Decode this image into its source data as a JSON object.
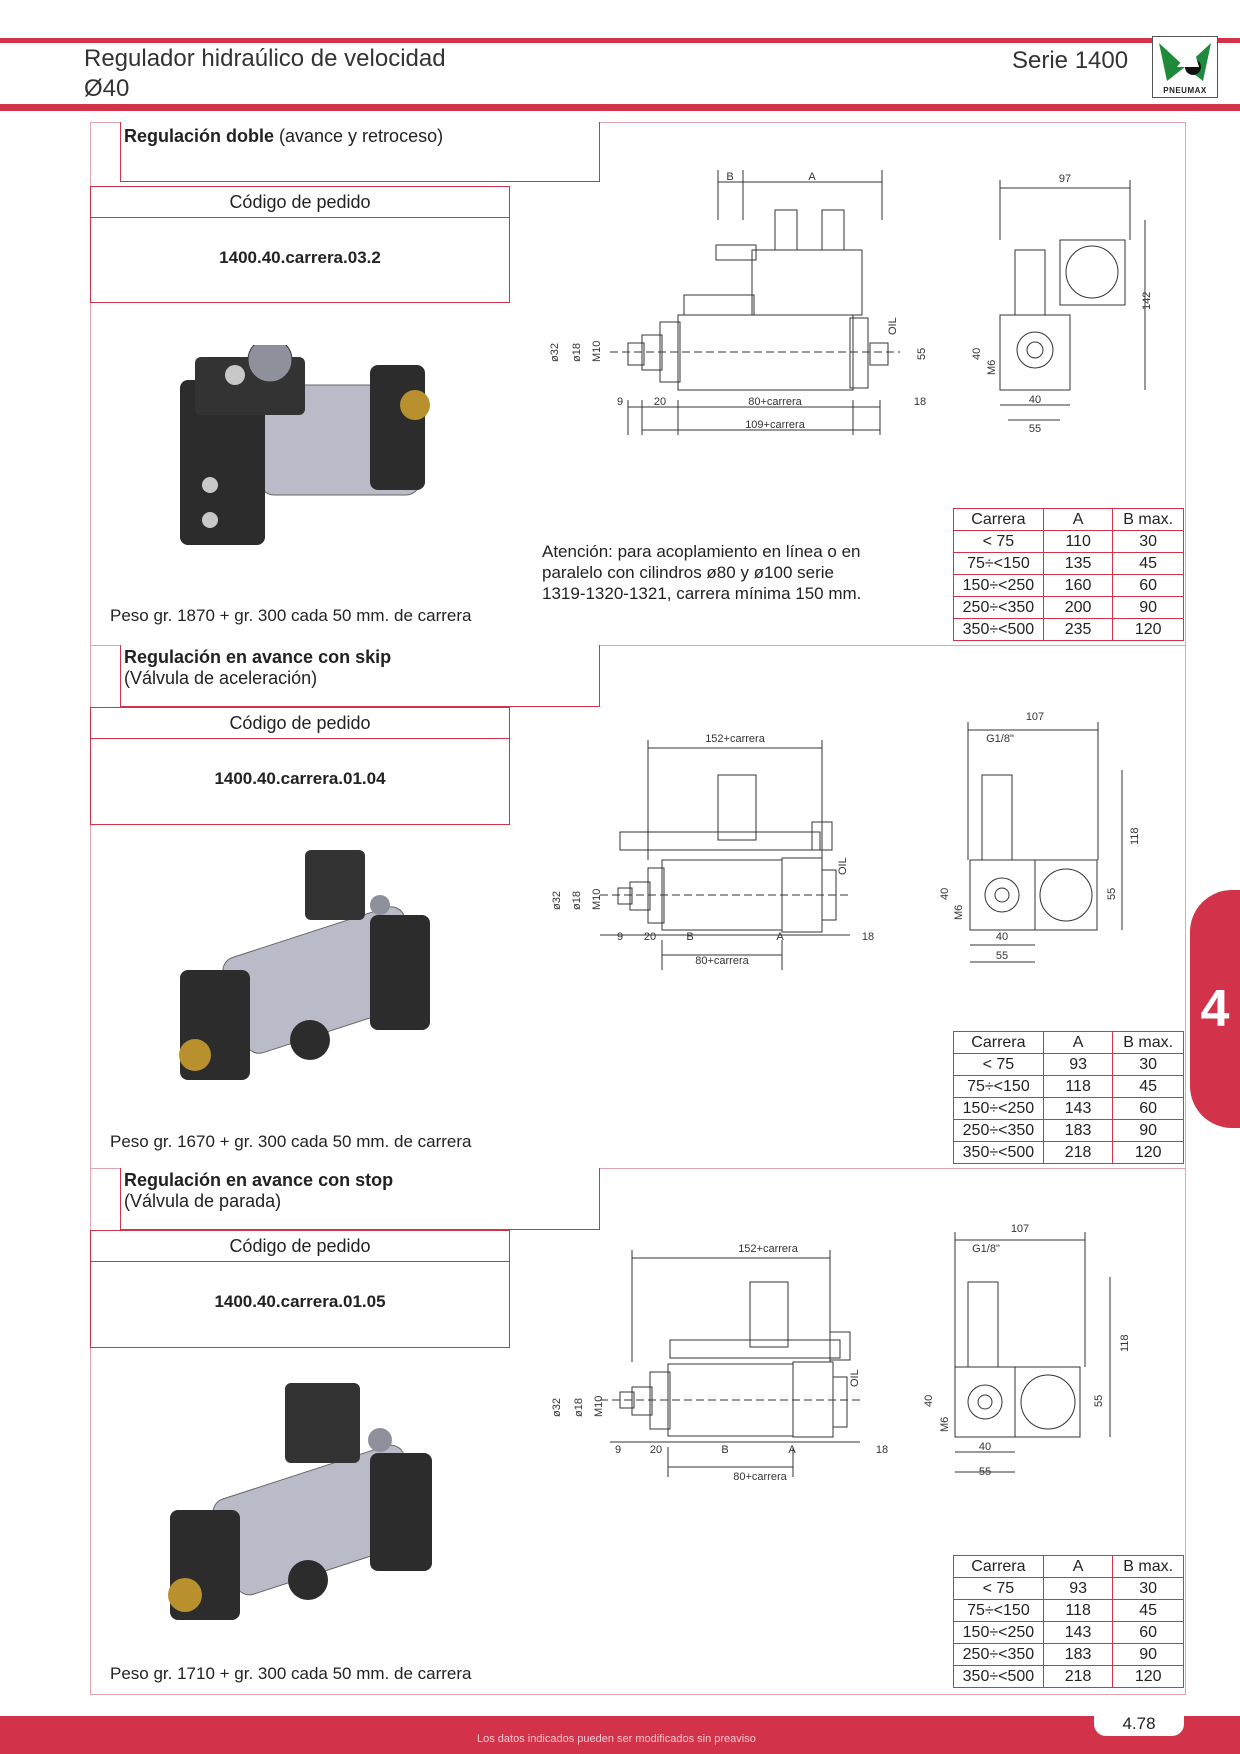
{
  "header": {
    "title_line1": "Regulador hidraúlico de velocidad",
    "title_line2": "Ø40",
    "series": "Serie 1400",
    "logo_text": "PNEUMAX"
  },
  "sections": [
    {
      "title_bold": "Regulación doble",
      "title_rest": " (avance y retroceso)",
      "title_line2": "",
      "code_label": "Código de pedido",
      "code": "1400.40.carrera.03.2",
      "weight": "Peso gr. 1870 + gr. 300 cada 50 mm. de carrera",
      "note": "Atención: para acoplamiento en línea o en paralelo con cilindros ø80 y ø100 serie 1319-1320-1321, carrera mínima 150 mm.",
      "drawing_labels": {
        "B": "B",
        "A": "A",
        "d32": "ø32",
        "d18": "ø18",
        "m10": "M10",
        "oil": "OIL",
        "l9": "9",
        "l20": "20",
        "l80": "80+carrera",
        "l18": "18",
        "l109": "109+carrera",
        "l55": "55",
        "side97": "97",
        "side142": "142",
        "side40": "40",
        "m6": "M6",
        "side40b": "40",
        "side55": "55"
      },
      "table": {
        "headers": [
          "Carrera",
          "A",
          "B max."
        ],
        "rows": [
          [
            "< 75",
            "110",
            "30"
          ],
          [
            "75÷<150",
            "135",
            "45"
          ],
          [
            "150÷<250",
            "160",
            "60"
          ],
          [
            "250÷<350",
            "200",
            "90"
          ],
          [
            "350÷<500",
            "235",
            "120"
          ]
        ]
      }
    },
    {
      "title_bold": "Regulación en avance con skip",
      "title_rest": "",
      "title_line2": "(Válvula de aceleración)",
      "code_label": "Código de pedido",
      "code": "1400.40.carrera.01.04",
      "weight": "Peso gr. 1670 + gr. 300 cada 50 mm. de carrera",
      "note": "",
      "drawing_labels": {
        "l152": "152+carrera",
        "d32": "ø32",
        "d18": "ø18",
        "m10": "M10",
        "oil": "OIL",
        "l9": "9",
        "l20": "20",
        "B": "B",
        "A": "A",
        "l18": "18",
        "l80": "80+carrera",
        "side107": "107",
        "g18": "G1/8\"",
        "side118": "118",
        "side40": "40",
        "m6": "M6",
        "side55": "55",
        "side40b": "40",
        "side55b": "55"
      },
      "table": {
        "headers": [
          "Carrera",
          "A",
          "B max."
        ],
        "rows": [
          [
            "< 75",
            "93",
            "30"
          ],
          [
            "75÷<150",
            "118",
            "45"
          ],
          [
            "150÷<250",
            "143",
            "60"
          ],
          [
            "250÷<350",
            "183",
            "90"
          ],
          [
            "350÷<500",
            "218",
            "120"
          ]
        ]
      }
    },
    {
      "title_bold": "Regulación en avance con stop",
      "title_rest": "",
      "title_line2": "(Válvula de parada)",
      "code_label": "Código de pedido",
      "code": "1400.40.carrera.01.05",
      "weight": "Peso gr. 1710 + gr. 300 cada 50 mm. de carrera",
      "note": "",
      "drawing_labels": {
        "l152": "152+carrera",
        "d32": "ø32",
        "d18": "ø18",
        "m10": "M10",
        "oil": "OIL",
        "l9": "9",
        "l20": "20",
        "B": "B",
        "A": "A",
        "l18": "18",
        "l80": "80+carrera",
        "side107": "107",
        "g18": "G1/8\"",
        "side118": "118",
        "side40": "40",
        "m6": "M6",
        "side55": "55",
        "side40b": "40",
        "side55b": "55"
      },
      "table": {
        "headers": [
          "Carrera",
          "A",
          "B max."
        ],
        "rows": [
          [
            "< 75",
            "93",
            "30"
          ],
          [
            "75÷<150",
            "118",
            "45"
          ],
          [
            "150÷<250",
            "143",
            "60"
          ],
          [
            "250÷<350",
            "183",
            "90"
          ],
          [
            "350÷<500",
            "218",
            "120"
          ]
        ]
      }
    }
  ],
  "side_tab": "4",
  "footer": {
    "disclaimer": "Los datos indicados pueden ser modificados sin preaviso",
    "page": "4.78"
  },
  "colors": {
    "accent": "#d2334a",
    "logo_green": "#1f8a3a"
  }
}
